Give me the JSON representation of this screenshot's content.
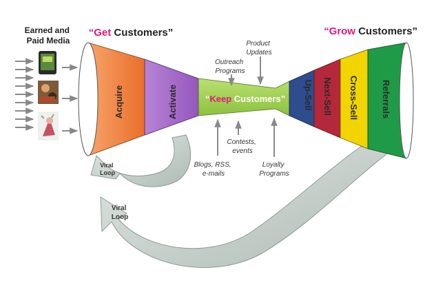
{
  "source": {
    "title": "Earned and Paid Media"
  },
  "headings": {
    "get": {
      "keyword": "Get",
      "rest": " Customers",
      "q_open": "“",
      "q_close": "”"
    },
    "grow": {
      "keyword": "Grow",
      "rest": " Customers",
      "q_open": "“",
      "q_close": "”"
    },
    "keep": {
      "keyword": "Keep",
      "rest": " Customers",
      "q_open": "“",
      "q_close": "”"
    }
  },
  "stages": {
    "acquire": "Acquire",
    "activate": "Activate",
    "upsell": "Up-Sell",
    "nextsell": "Next-Sell",
    "crosssell": "Cross-Sell",
    "referrals": "Referrals"
  },
  "inputs": {
    "product_updates": "Product Updates",
    "outreach_programs": "Outreach Programs",
    "contests_events": "Contests, events",
    "blogs": "Blogs, RSS, e-mails",
    "loyalty_programs": "Loyalty Programs"
  },
  "loops": {
    "small": "Viral Loop",
    "large": "Viral Loop"
  },
  "colors": {
    "acquire": "#f07d3b",
    "activate": "#a064c4",
    "keep": "#9ccf4a",
    "upsell": "#2f4c8f",
    "nextsell": "#b3283a",
    "crosssell": "#f2d400",
    "referrals": "#1f9b47",
    "accent": "#e2187a",
    "loop_arrow": "#c7d1cc"
  }
}
